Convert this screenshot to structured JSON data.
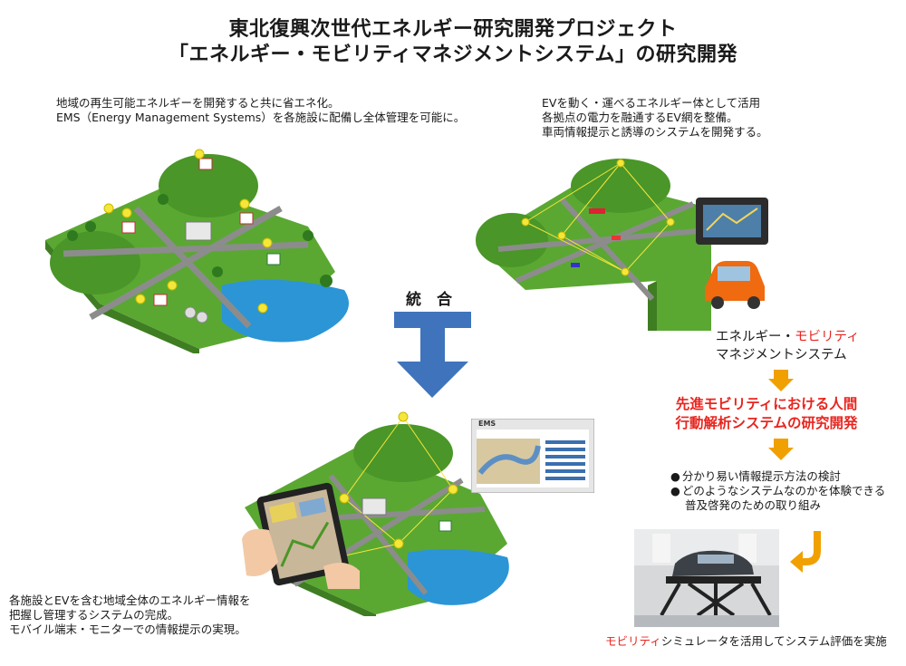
{
  "title": {
    "line1": "東北復興次世代エネルギー研究開発プロジェクト",
    "line2": "「エネルギー・モビリティマネジメントシステム」の研究開発"
  },
  "top_left_note": {
    "line1": "地域の再生可能エネルギーを開発すると共に省エネ化。",
    "line2": "EMS（Energy Management Systems）を各施設に配備し全体管理を可能に。"
  },
  "top_right_note": {
    "line1": "EVを動く・運べるエネルギー体として活用",
    "line2": "各拠点の電力を融通するEV網を整備。",
    "line3": "車両情報提示と誘導のシステムを開発する。"
  },
  "integration_label": "統　合",
  "system_label": {
    "part1": "エネルギー・",
    "part2": "モビリティ",
    "line2": "マネジメントシステム"
  },
  "research_label": {
    "line1": "先進モビリティにおける人間",
    "line2": "行動解析システムの研究開発"
  },
  "tasks": [
    "分かり易い情報提示方法の検討",
    "どのようなシステムなのかを体験できる"
  ],
  "tasks_line3": "普及啓発のための取り組み",
  "bottom_left_note": {
    "line1": "各施設とEVを含む地域全体のエネルギー情報を",
    "line2": "把握し管理するシステムの完成。",
    "line3": "モバイル端末・モニターでの情報提示の実現。"
  },
  "simulator_caption": {
    "part1": "モビリティ",
    "part2": "シミュレータを活用してシステム評価を実施"
  },
  "monitor_logo": "EMS",
  "colors": {
    "grass": "#5aa832",
    "road": "#8c8c8c",
    "water": "#2b95d6",
    "arrow_blue": "#3f74bd",
    "arrow_orange": "#f0a000",
    "red": "#e8251f",
    "car_orange": "#f06a10"
  }
}
